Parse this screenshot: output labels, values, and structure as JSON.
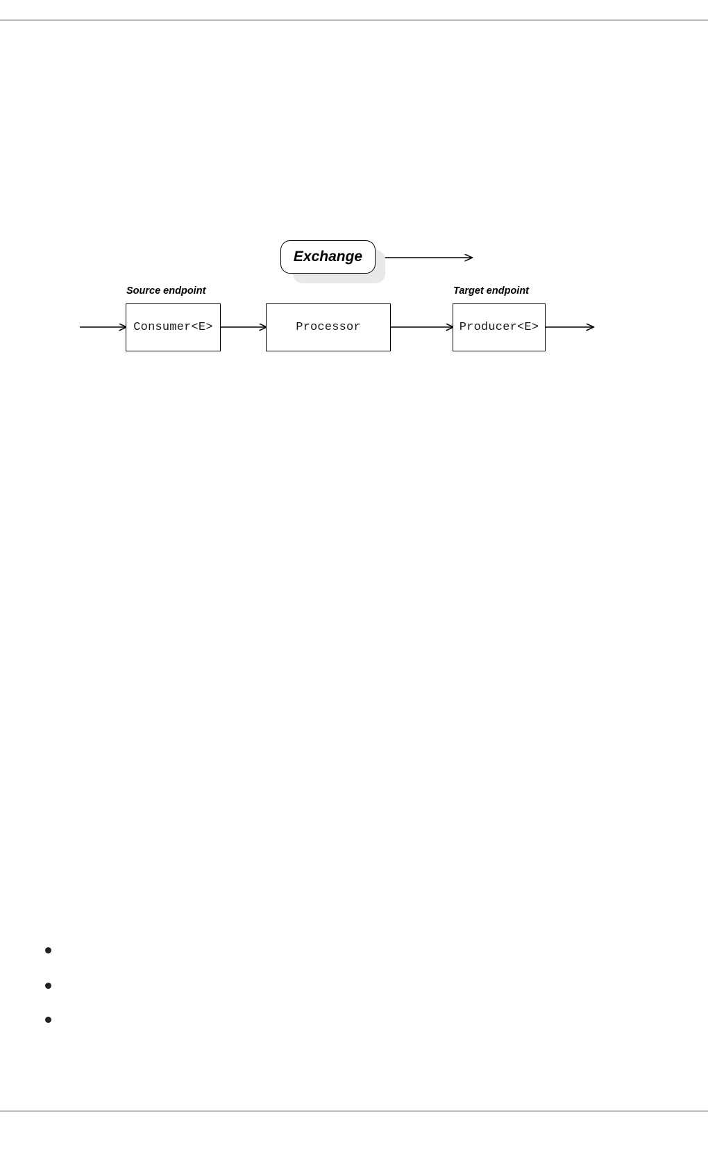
{
  "page": {
    "rules": {
      "top_label": "page-top-rule",
      "bottom_label": "page-bottom-rule"
    }
  },
  "diagram": {
    "title": "",
    "exchange": {
      "label": "Exchange"
    },
    "nodes": [
      {
        "id": "consumer",
        "label": "Consumer<E>",
        "caption": "Source endpoint"
      },
      {
        "id": "processor",
        "label": "Processor",
        "caption": ""
      },
      {
        "id": "producer",
        "label": "Producer<E>",
        "caption": "Target endpoint"
      }
    ],
    "captions": {
      "source": "Source endpoint",
      "target": "Target endpoint"
    },
    "colors": {
      "stroke": "#000000",
      "fill": "#ffffff",
      "shadow": "#e9e9e9",
      "text": "#1a1a1a",
      "rule": "#b9b9b9"
    },
    "arrows": [
      {
        "name": "inbound-arrow",
        "from": "page-left",
        "to": "consumer"
      },
      {
        "name": "consumer-to-processor-arrow",
        "from": "consumer",
        "to": "processor"
      },
      {
        "name": "processor-to-producer-arrow",
        "from": "processor",
        "to": "producer"
      },
      {
        "name": "outbound-arrow",
        "from": "producer",
        "to": "page-right"
      },
      {
        "name": "exchange-arrow",
        "from": "exchange",
        "to": "right"
      }
    ]
  },
  "bullets": [
    {
      "text": ""
    },
    {
      "text": ""
    },
    {
      "text": ""
    }
  ]
}
